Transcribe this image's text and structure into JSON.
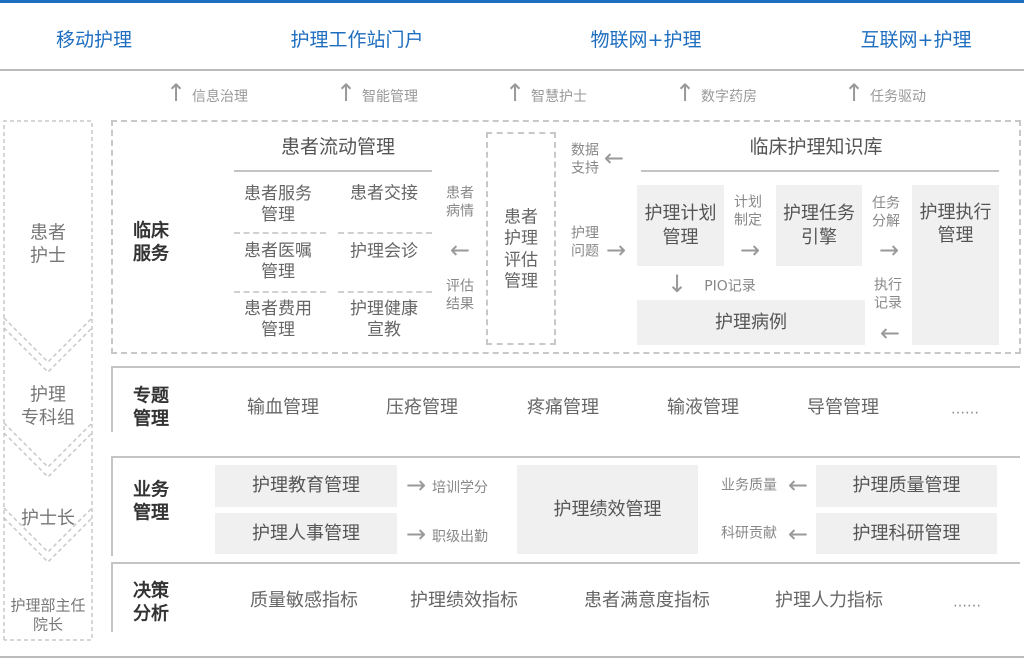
{
  "header": {
    "items": [
      "移动护理",
      "护理工作站门户",
      "物联网+护理",
      "互联网+护理"
    ],
    "accent": "#1e6ec0"
  },
  "drivers": [
    "信息治理",
    "智能管理",
    "智慧护士",
    "数字药房",
    "任务驱动"
  ],
  "roles": [
    "患者\n护士",
    "护理\n专科组",
    "护士长",
    "护理部主任\n院长"
  ],
  "clinical": {
    "label": "临床\n服务",
    "patient_flow": {
      "title": "患者流动管理",
      "cells": [
        "患者服务\n管理",
        "患者交接",
        "患者医嘱\n管理",
        "护理会诊",
        "患者费用\n管理",
        "护理健康\n宣教"
      ]
    },
    "condition": "患者\n病情",
    "assess_result": "评估\n结果",
    "assessment": "患者\n护理\n评估\n管理",
    "data_support": "数据\n支持",
    "nursing_problem": "护理\n问题",
    "knowledge": {
      "title": "临床护理知识库",
      "plan": "护理计划\n管理",
      "plan_make": "计划\n制定",
      "engine": "护理任务\n引擎",
      "task_split": "任务\n分解",
      "execution": "护理执行\n管理",
      "pio": "PIO记录",
      "exec_record": "执行\n记录",
      "case": "护理病例"
    }
  },
  "topic": {
    "label": "专题\n管理",
    "items": [
      "输血管理",
      "压疮管理",
      "疼痛管理",
      "输液管理",
      "导管管理",
      "……"
    ]
  },
  "business": {
    "label": "业务\n管理",
    "education": "护理教育管理",
    "education_note": "培训学分",
    "hr": "护理人事管理",
    "hr_note": "职级出勤",
    "performance": "护理绩效管理",
    "quality_note": "业务质量",
    "quality": "护理质量管理",
    "research_note": "科研贡献",
    "research": "护理科研管理"
  },
  "decision": {
    "label": "决策\n分析",
    "items": [
      "质量敏感指标",
      "护理绩效指标",
      "患者满意度指标",
      "护理人力指标",
      "……"
    ]
  }
}
